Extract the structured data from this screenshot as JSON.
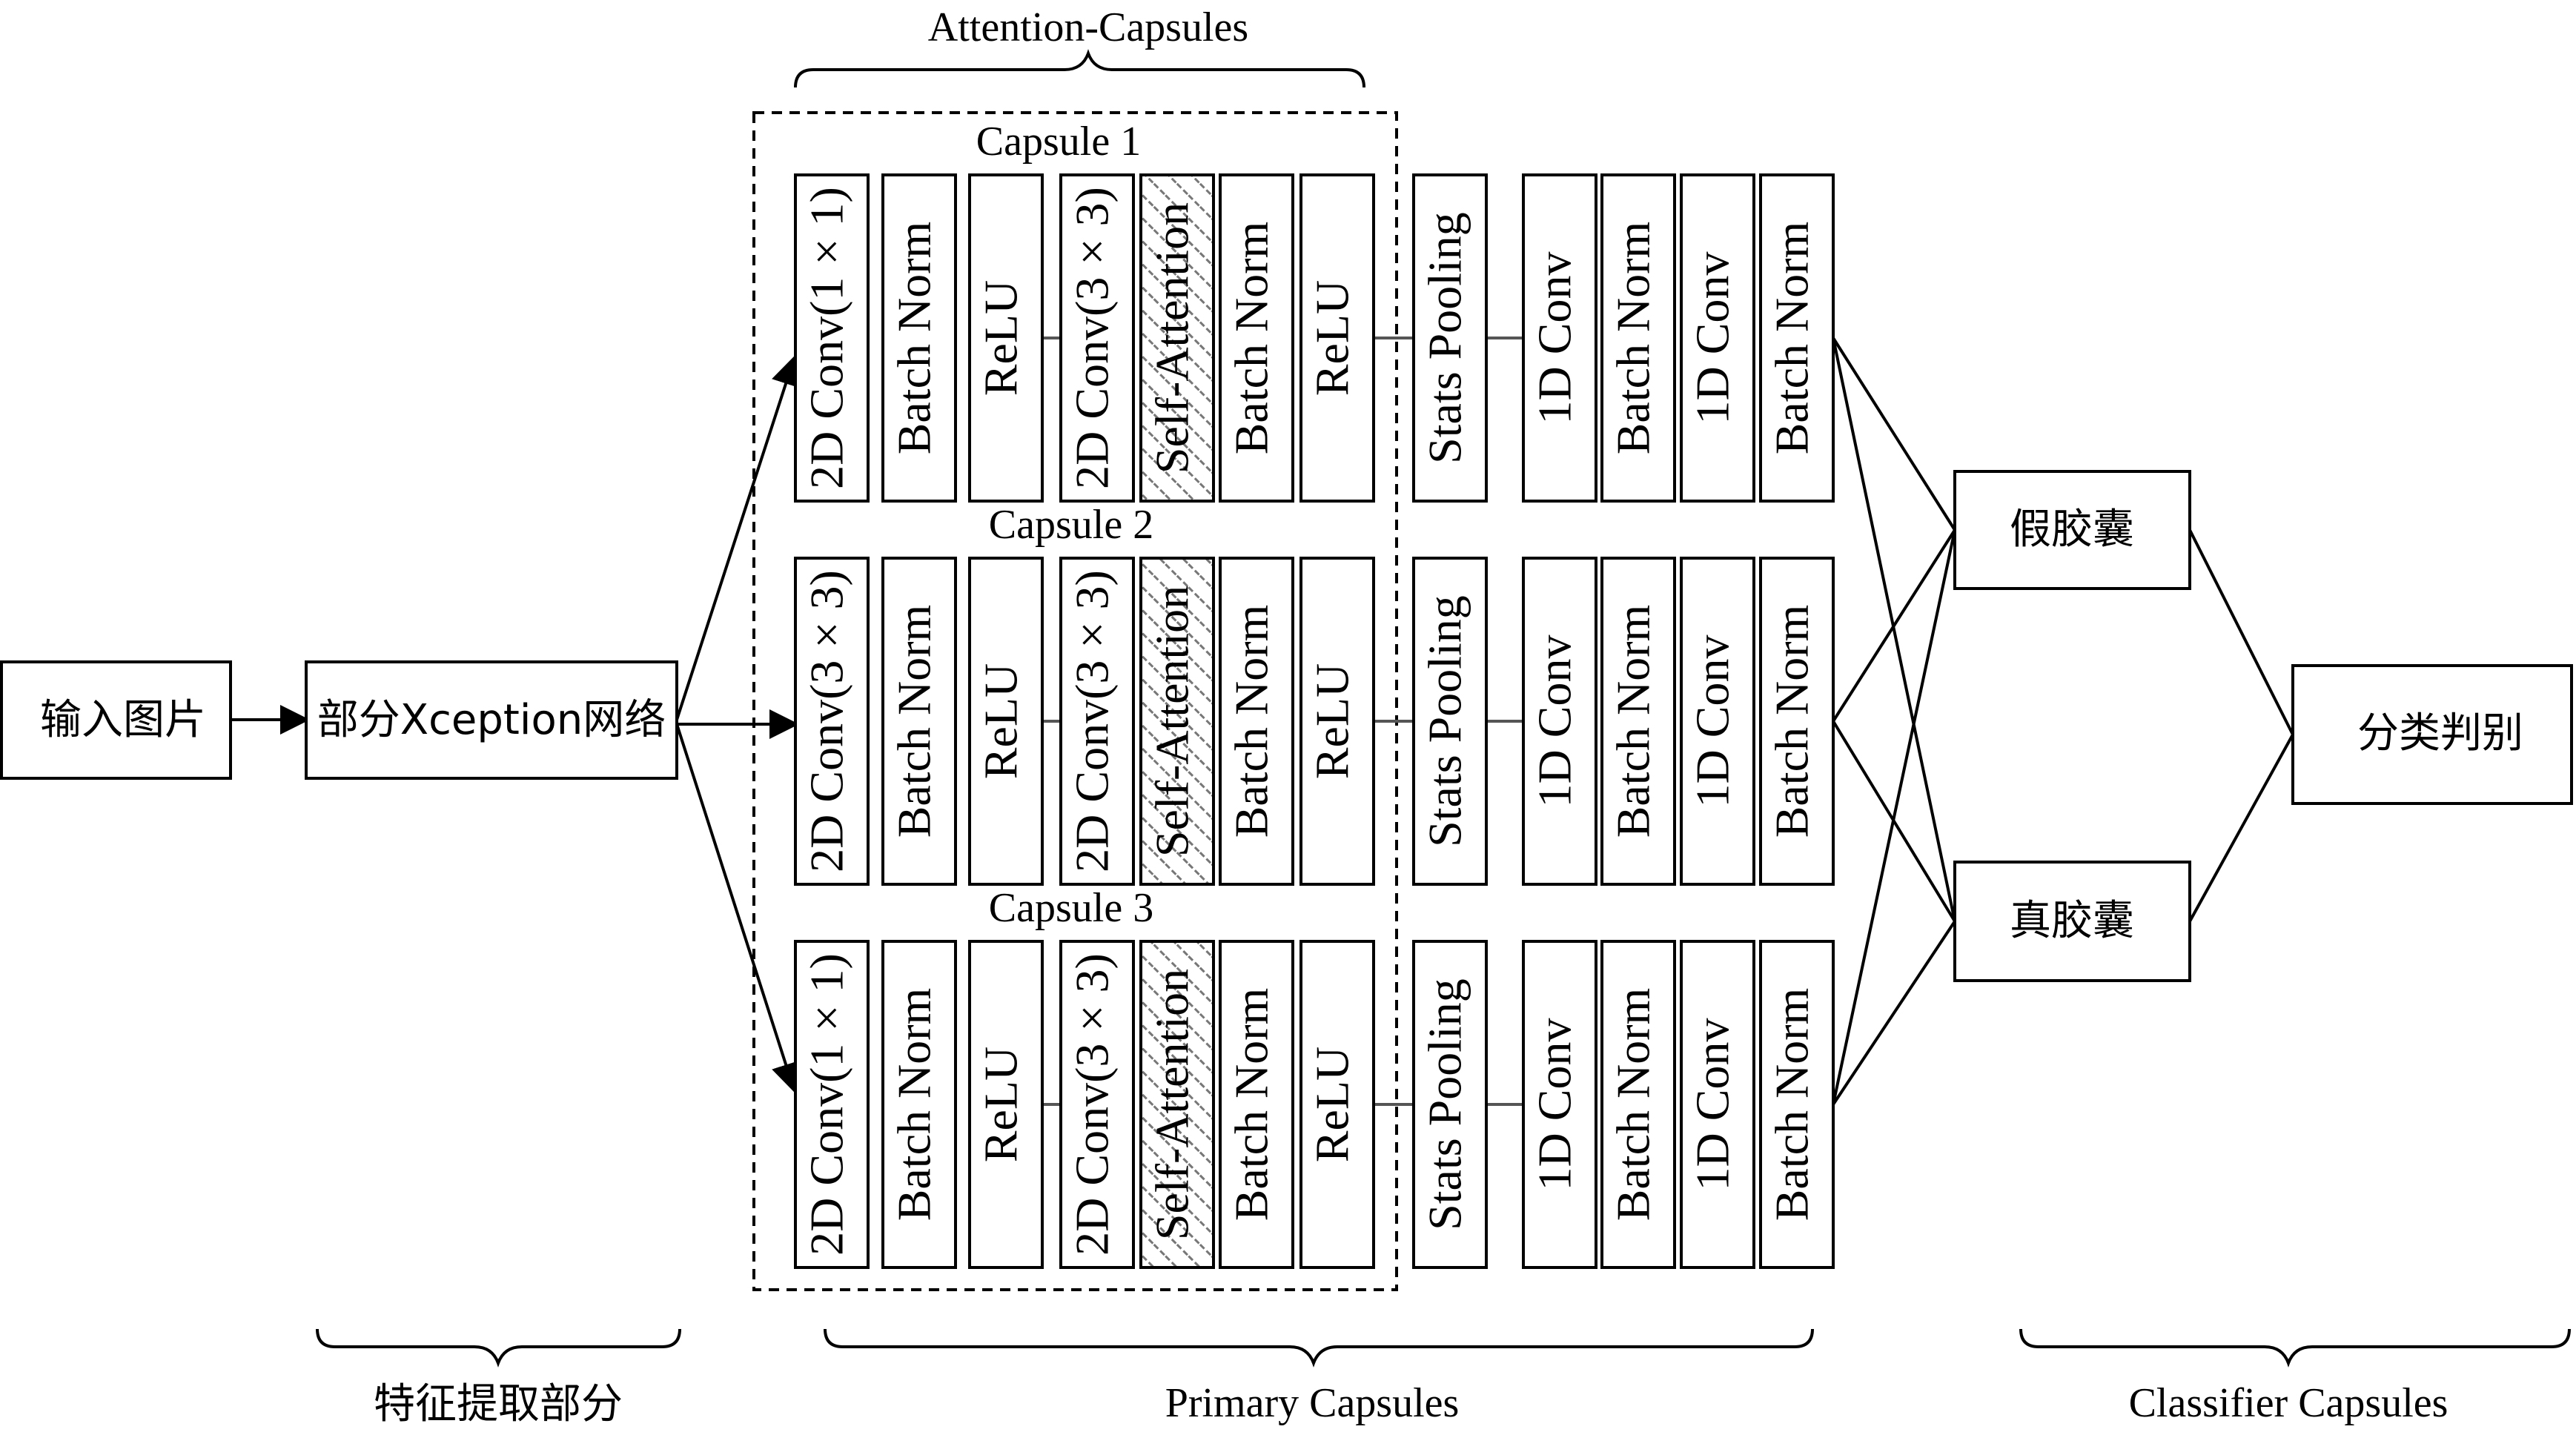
{
  "input": {
    "label": "输入图片"
  },
  "feature": {
    "label": "部分Xception网络"
  },
  "attention_title": "Attention-Capsules",
  "capsules": [
    {
      "title": "Capsule 1",
      "layers": [
        "2D Conv(1 × 1)",
        "Batch Norm",
        "ReLU",
        "2D Conv(3 × 3)",
        "Self-Attention",
        "Batch Norm",
        "ReLU"
      ]
    },
    {
      "title": "Capsule 2",
      "layers": [
        "2D Conv(3 × 3)",
        "Batch Norm",
        "ReLU",
        "2D Conv(3 × 3)",
        "Self-Attention",
        "Batch Norm",
        "ReLU"
      ]
    },
    {
      "title": "Capsule 3",
      "layers": [
        "2D Conv(1 × 1)",
        "Batch Norm",
        "ReLU",
        "2D Conv(3 × 3)",
        "Self-Attention",
        "Batch Norm",
        "ReLU"
      ]
    }
  ],
  "post_layers": [
    "Stats Pooling",
    "1D Conv",
    "Batch Norm",
    "1D Conv",
    "Batch Norm"
  ],
  "outputs": {
    "fake": "假胶囊",
    "real": "真胶囊"
  },
  "decision": "分类判别",
  "bottom_labels": {
    "feature": "特征提取部分",
    "primary": "Primary Capsules",
    "classifier": "Classifier Capsules"
  }
}
